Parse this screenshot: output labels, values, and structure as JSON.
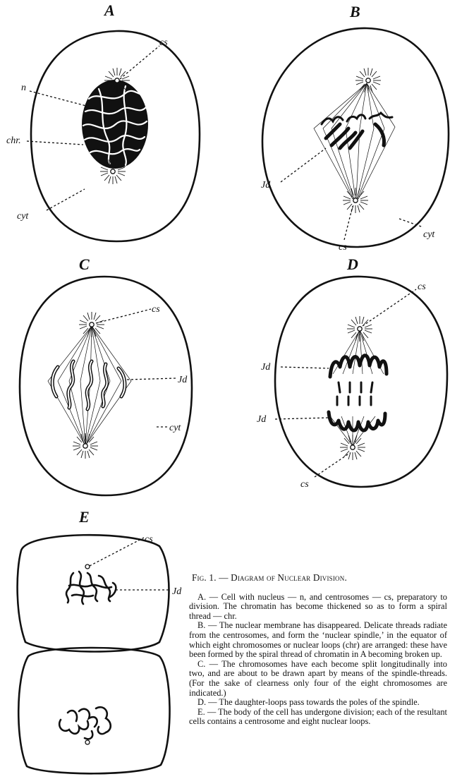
{
  "panels": [
    "A",
    "B",
    "C",
    "D",
    "E"
  ],
  "labels": {
    "a_cs": "cs",
    "a_n": "n",
    "a_chr": "chr.",
    "a_cyt": "cyt",
    "b_jd": "Jd",
    "b_cs": "cs",
    "b_cyt": "cyt",
    "c_cs": "cs",
    "c_jd": "Jd",
    "c_cyt": "cyt",
    "d_cs_top": "cs",
    "d_jd1": "Jd",
    "d_jd2": "Jd",
    "d_cs_bot": "cs",
    "e_cs": "cs",
    "e_jd": "Jd"
  },
  "caption": {
    "title": "Fig. 1. — Diagram of Nuclear Division.",
    "paragraphs": [
      "A. — Cell with nucleus — n, and centrosomes — cs, preparatory to division. The chromatin has become thickened so as to form a spiral thread — chr.",
      "B. — The nuclear membrane has disappeared. Delicate threads radiate from the centrosomes, and form the ‘nuclear spindle,’ in the equator of which eight chromosomes or nuclear loops (chr) are arranged: these have been formed by the spiral thread of chromatin in A becoming broken up.",
      "C. — The chromosomes have each become split longitudinally into two, and are about to be drawn apart by means of the spindle-threads. (For the sake of clearness only four of the eight chromosomes are indicated.)",
      "D. — The daughter-loops pass towards the poles of the spindle.",
      "E. — The body of the cell has undergone division; each of the resultant cells contains a centrosome and eight nuclear loops."
    ]
  }
}
